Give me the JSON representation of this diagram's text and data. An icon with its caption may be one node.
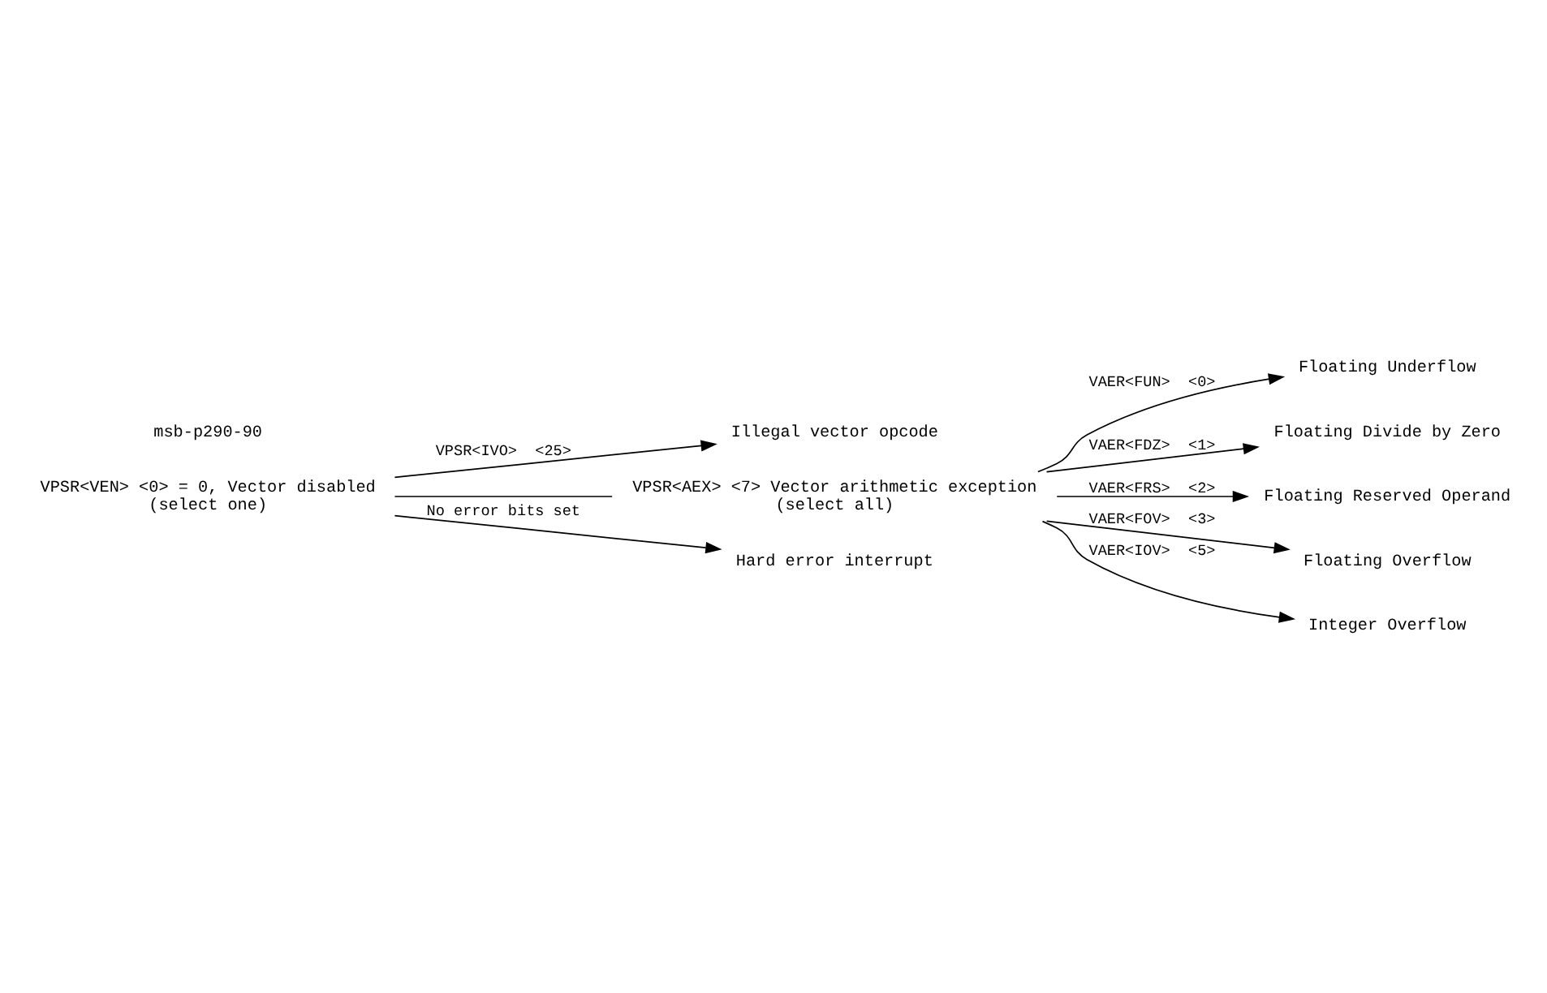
{
  "diagram": {
    "nodes": [
      {
        "text": [
          "VPSR<VEN> <0> = 0, Vector disabled",
          "(select one)"
        ]
      },
      {
        "text": [
          "Illegal vector opcode"
        ]
      },
      {
        "text": [
          "VPSR<AEX> <7> Vector arithmetic exception",
          "(select all)"
        ]
      },
      {
        "text": [
          "Floating Underflow"
        ]
      },
      {
        "text": [
          "Floating Divide by Zero"
        ]
      },
      {
        "text": [
          "Floating Reserved Operand"
        ]
      },
      {
        "text": [
          "Floating Overflow"
        ]
      },
      {
        "text": [
          "Integer Overflow"
        ]
      },
      {
        "text": [
          "Hard error interrupt"
        ]
      }
    ],
    "edges": [
      {
        "from": 0,
        "to": 1,
        "arrow": "to",
        "label": "VPSR<IVO>  <25>"
      },
      {
        "from": 0,
        "to": 2,
        "arrow": "none"
      },
      {
        "from": 2,
        "to": 3,
        "arrow": "to",
        "label": "VAER<FUN>  <0>"
      },
      {
        "from": 2,
        "to": 4,
        "arrow": "to",
        "label": "VAER<FDZ>  <1>"
      },
      {
        "from": 2,
        "to": 5,
        "arrow": "to",
        "label": "VAER<FRS>  <2>"
      },
      {
        "from": 2,
        "to": 6,
        "arrow": "to",
        "label": "VAER<FOV>  <3>"
      },
      {
        "from": 2,
        "to": 7,
        "arrow": "to",
        "label": "VAER<IOV>  <5>"
      },
      {
        "from": 0,
        "to": 8,
        "arrow": "to",
        "label": "No error bits set"
      }
    ],
    "labels": [
      "msb-p290-90"
    ]
  }
}
